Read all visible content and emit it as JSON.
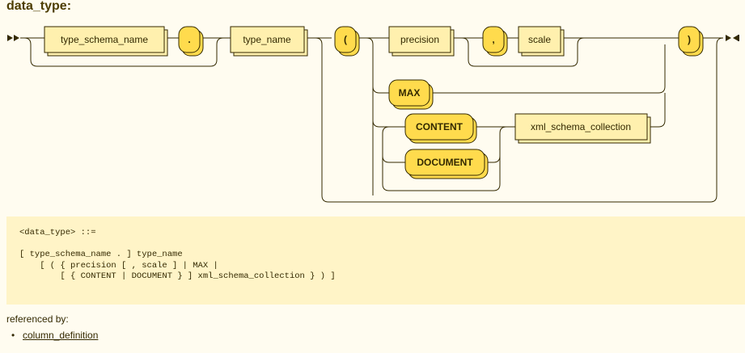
{
  "rule": {
    "title": "data_type:"
  },
  "diagram": {
    "nodes": {
      "type_schema_name": "type_schema_name",
      "dot": ".",
      "type_name": "type_name",
      "lparen": "(",
      "precision": "precision",
      "comma": ",",
      "scale": "scale",
      "rparen": ")",
      "max": "MAX",
      "content": "CONTENT",
      "document": "DOCUMENT",
      "xml_schema_collection": "xml_schema_collection"
    }
  },
  "ebnf": {
    "text": "<data_type> ::=\n\n[ type_schema_name . ] type_name\n    [ ( { precision [ , scale ] | MAX |\n        [ { CONTENT | DOCUMENT } ] xml_schema_collection } ) ]"
  },
  "references": {
    "label": "referenced by:",
    "items": [
      "column_definition"
    ]
  }
}
